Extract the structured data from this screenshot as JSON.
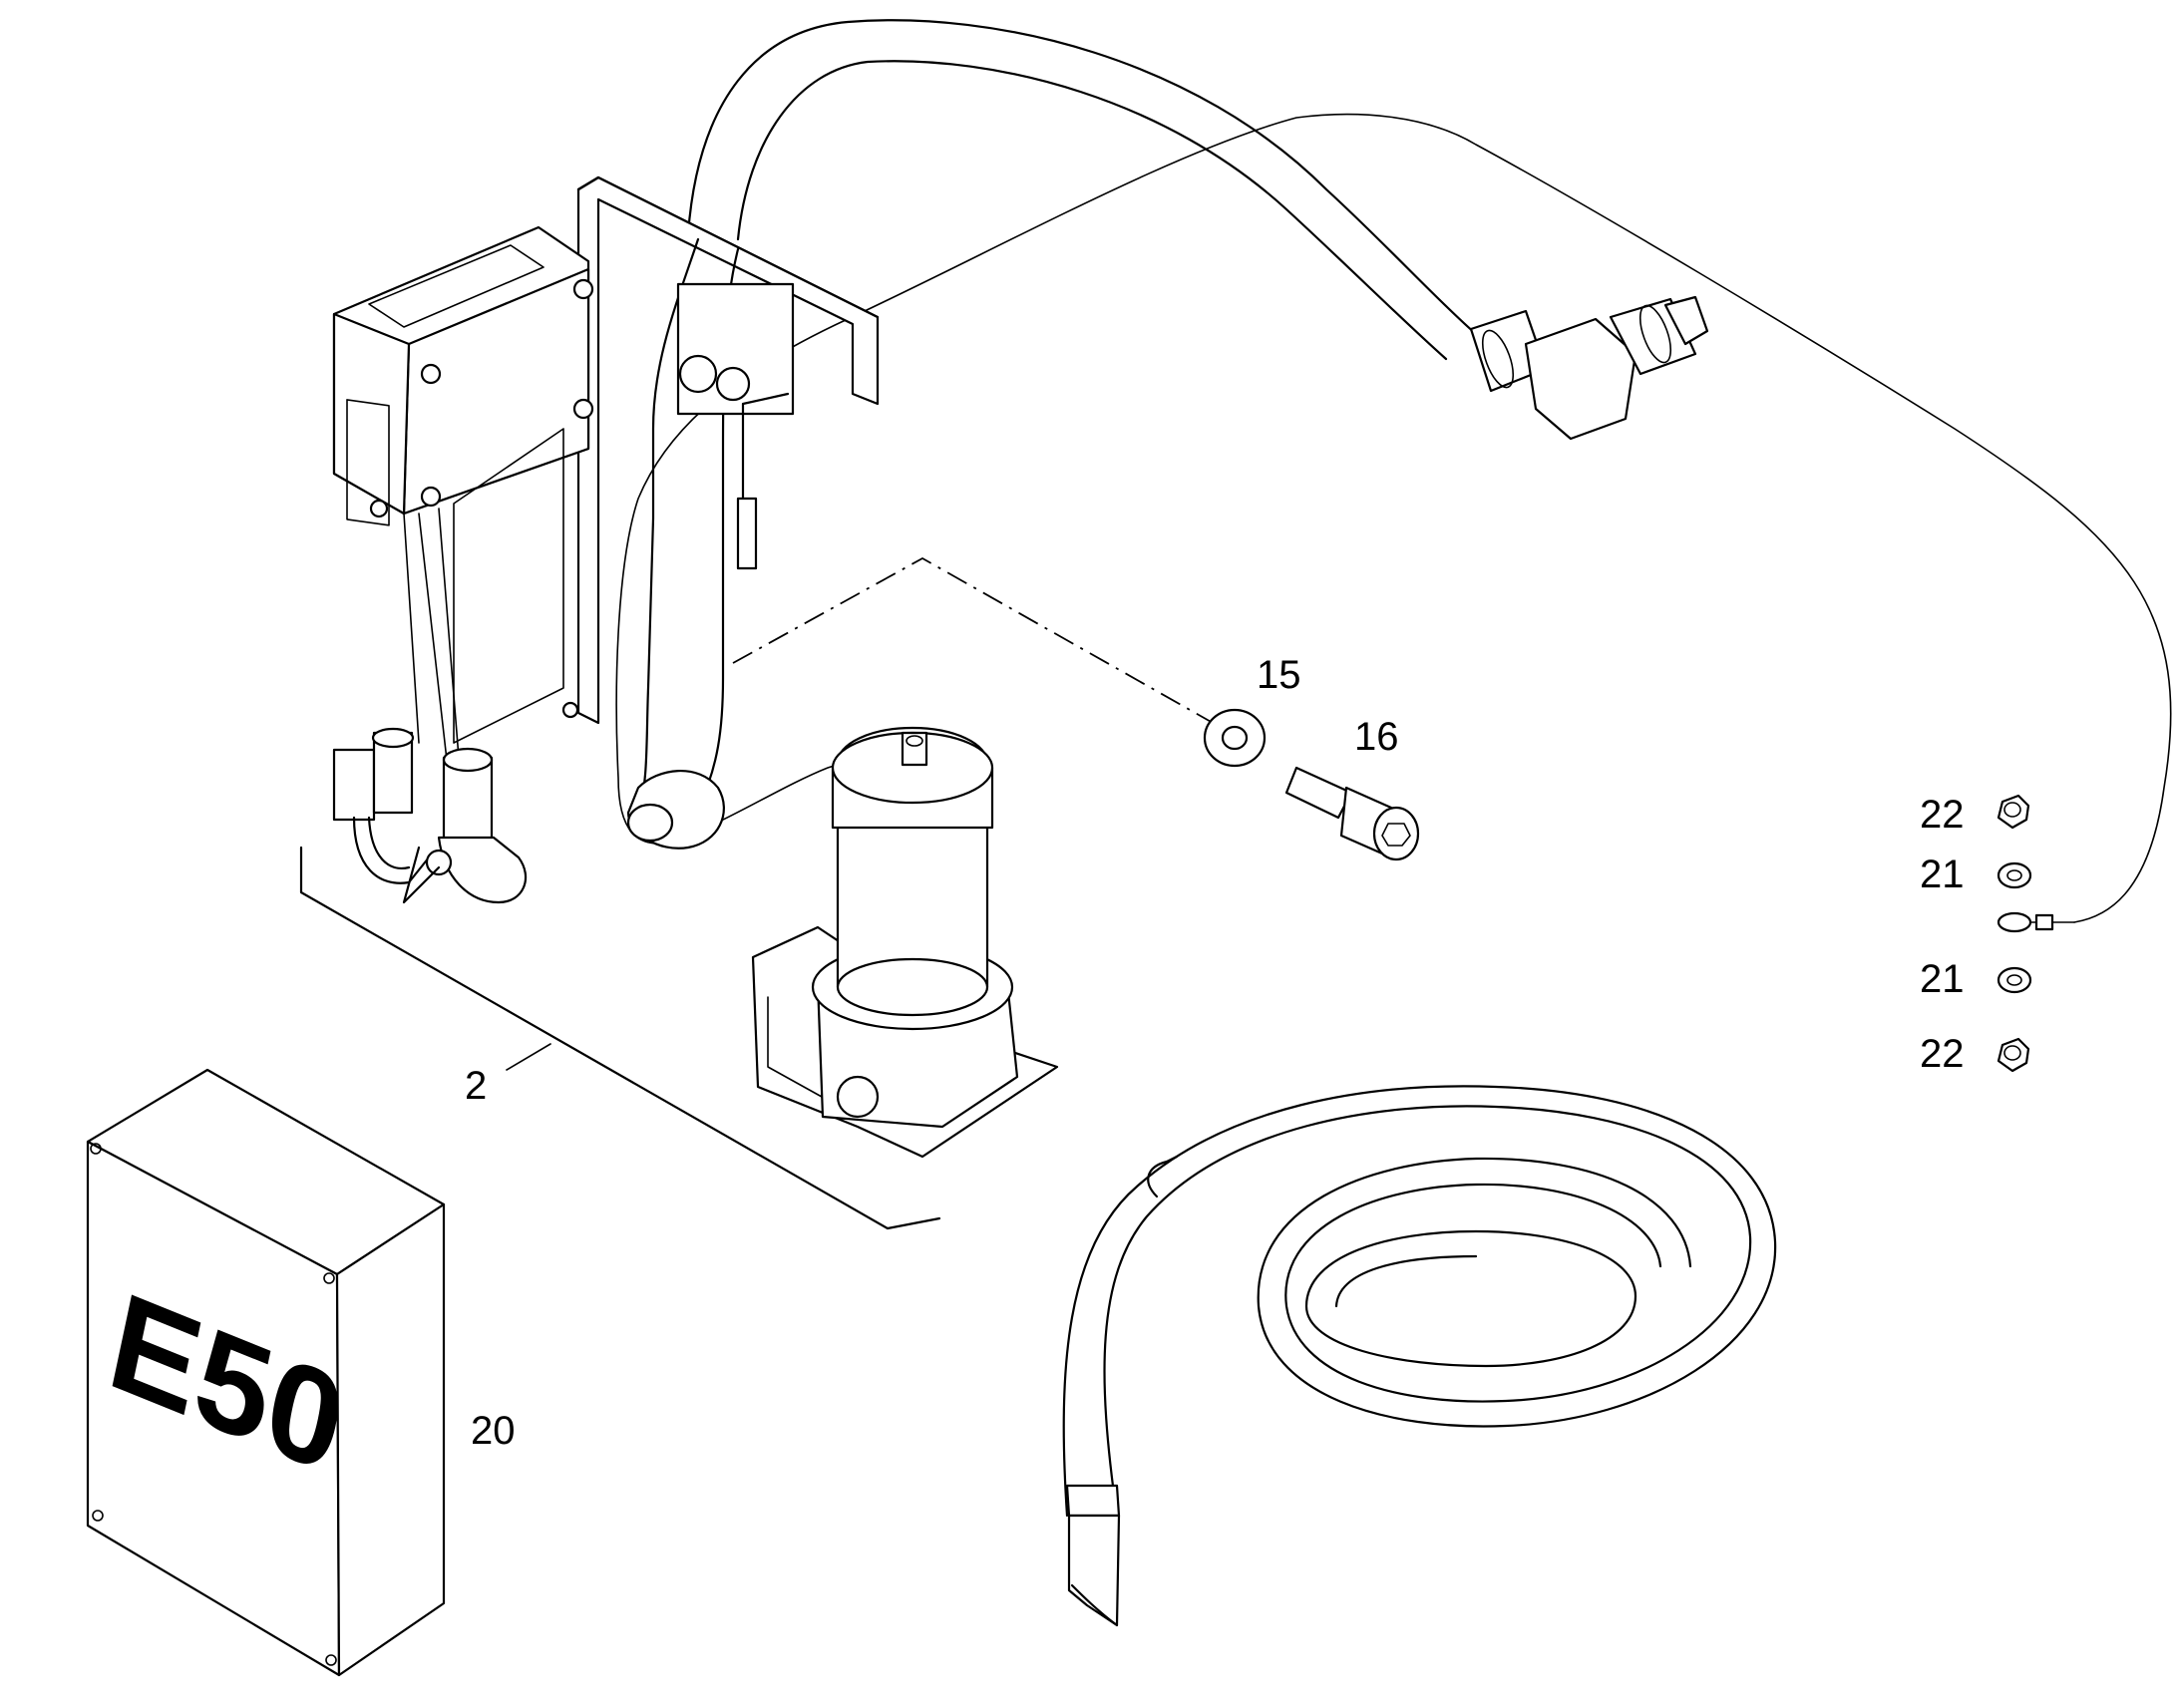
{
  "drawing": {
    "type": "exploded parts diagram",
    "callouts": [
      {
        "id": "callout-2",
        "text": "2"
      },
      {
        "id": "callout-15",
        "text": "15"
      },
      {
        "id": "callout-16",
        "text": "16"
      },
      {
        "id": "callout-20",
        "text": "20"
      },
      {
        "id": "callout-21a",
        "text": "21"
      },
      {
        "id": "callout-21b",
        "text": "21"
      },
      {
        "id": "callout-22a",
        "text": "22"
      },
      {
        "id": "callout-22b",
        "text": "22"
      }
    ],
    "box_marking": "E50"
  }
}
